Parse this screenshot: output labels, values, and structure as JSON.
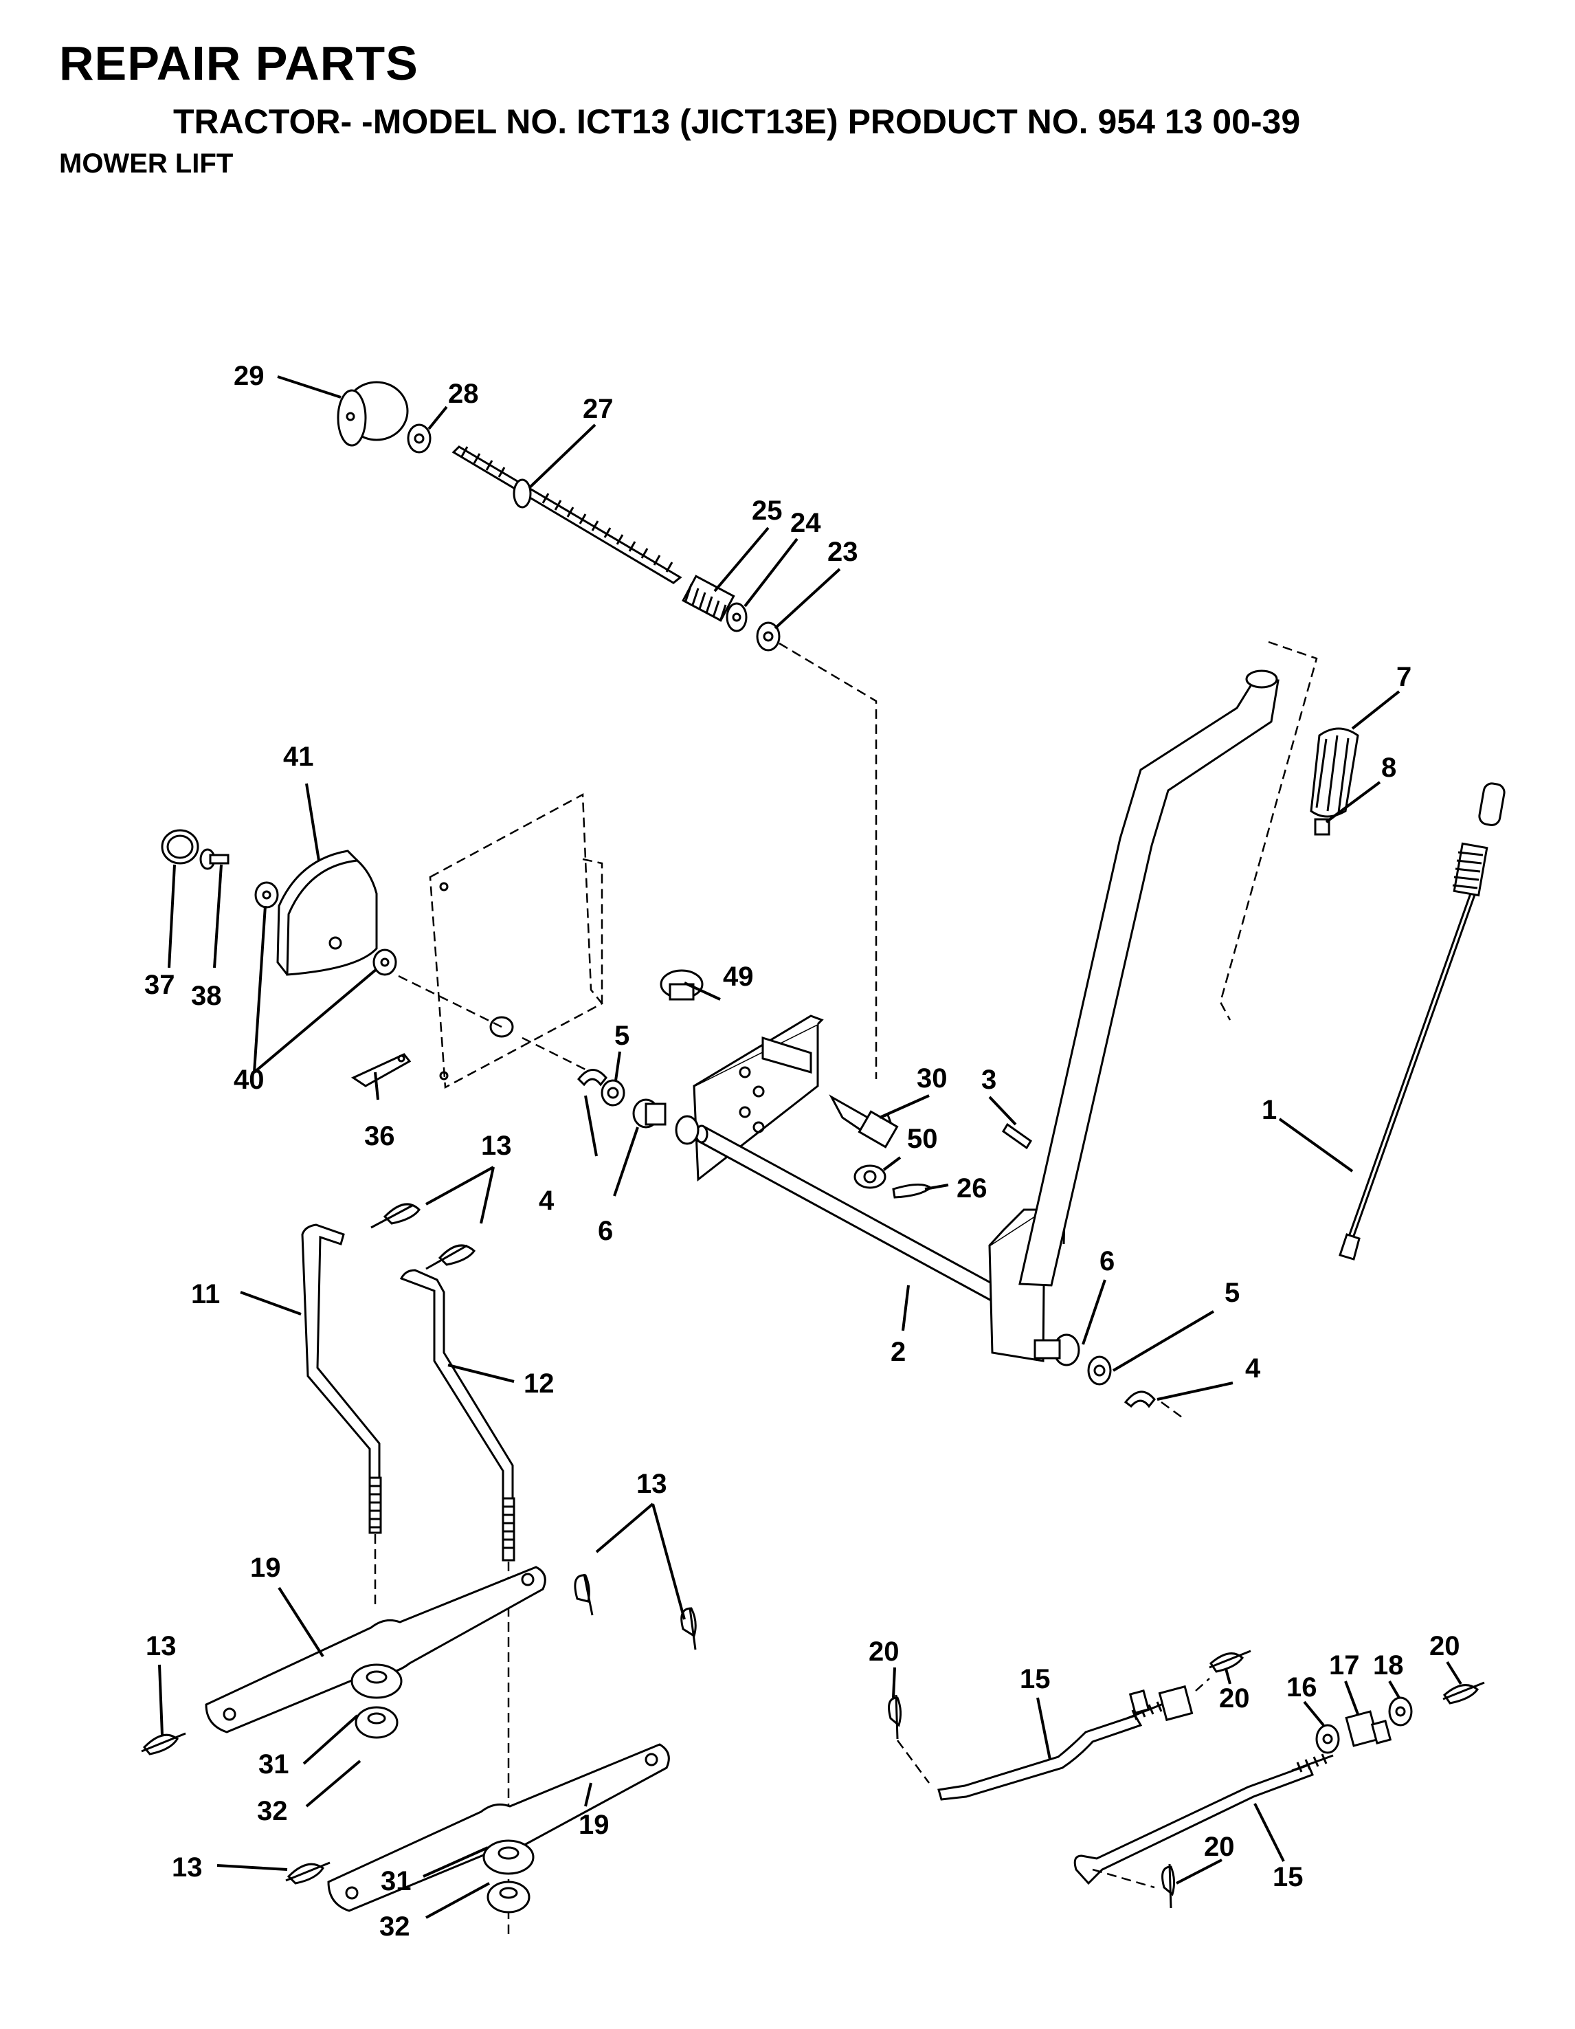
{
  "header": {
    "title": "REPAIR PARTS",
    "subtitle": "TRACTOR- -MODEL NO. ICT13 (JICT13E) PRODUCT NO. 954 13 00-39",
    "section": "MOWER LIFT"
  },
  "callouts": {
    "c1": "1",
    "c2": "2",
    "c3": "3",
    "c4a": "4",
    "c4b": "4",
    "c5a": "5",
    "c5b": "5",
    "c6a": "6",
    "c6b": "6",
    "c7": "7",
    "c8": "8",
    "c11": "11",
    "c12": "12",
    "c13a": "13",
    "c13b": "13",
    "c13c": "13",
    "c13d": "13",
    "c15a": "15",
    "c15b": "15",
    "c16": "16",
    "c17": "17",
    "c18": "18",
    "c19a": "19",
    "c19b": "19",
    "c20a": "20",
    "c20b": "20",
    "c20c": "20",
    "c20d": "20",
    "c23": "23",
    "c24": "24",
    "c25": "25",
    "c26": "26",
    "c27": "27",
    "c28": "28",
    "c29": "29",
    "c30": "30",
    "c31a": "31",
    "c31b": "31",
    "c32a": "32",
    "c32b": "32",
    "c36": "36",
    "c37": "37",
    "c38": "38",
    "c40": "40",
    "c41": "41",
    "c49": "49",
    "c50": "50"
  }
}
